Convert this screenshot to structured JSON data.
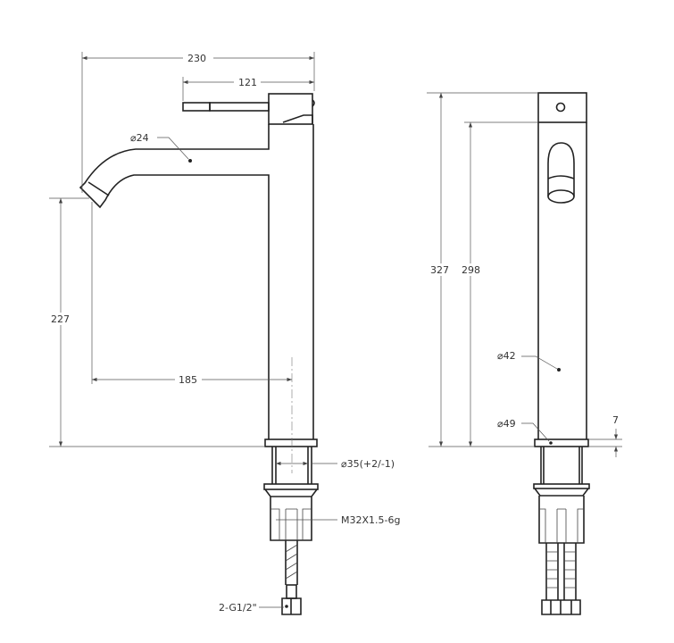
{
  "title": "Tall basin mixer technical drawing",
  "side_view": {
    "overall_width": "230",
    "handle_length": "121",
    "spout_diameter": "⌀24",
    "spout_height": "227",
    "spout_reach": "185",
    "hole_diameter": "⌀35(+2/-1)",
    "thread": "M32X1.5-6g",
    "hose_connection": "2-G1/2\""
  },
  "front_view": {
    "total_height": "327",
    "body_height": "298",
    "body_diameter": "⌀42",
    "base_diameter": "⌀49",
    "base_thickness": "7"
  }
}
